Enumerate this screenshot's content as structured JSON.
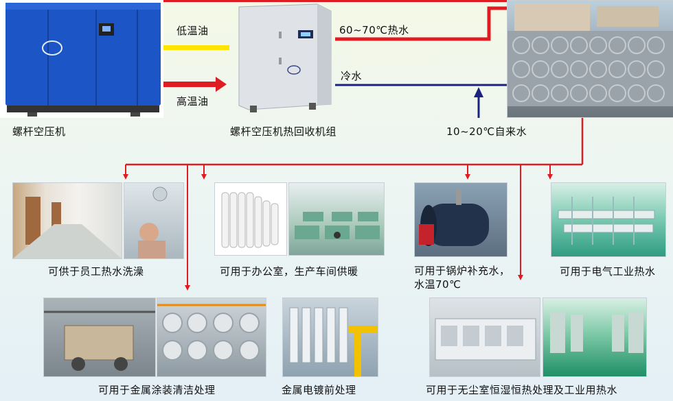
{
  "top": {
    "compressor_label": "螺杆空压机",
    "recovery_label": "螺杆空压机热回收机组",
    "low_temp_oil": "低温油",
    "high_temp_oil": "高温油",
    "hot_water_out": "60~70℃热水",
    "cold_water": "冷水",
    "tap_water": "10~20℃自来水"
  },
  "uses": {
    "shower": "可供于员工热水洗澡",
    "heating": "可用于办公室，生产车间供暖",
    "boiler_line1": "可用于锅炉补充水，",
    "boiler_line2": "水温70℃",
    "electric": "可用于电气工业热水",
    "coating": "可用于金属涂装清洁处理",
    "plating": "金属电镀前处理",
    "cleanroom": "可用于无尘室恒湿恒热处理及工业用热水"
  },
  "colors": {
    "hot_pipe": "#e01b22",
    "cold_pipe": "#1a237e",
    "low_oil": "#ffe400",
    "compressor_blue": "#1b55c6"
  }
}
